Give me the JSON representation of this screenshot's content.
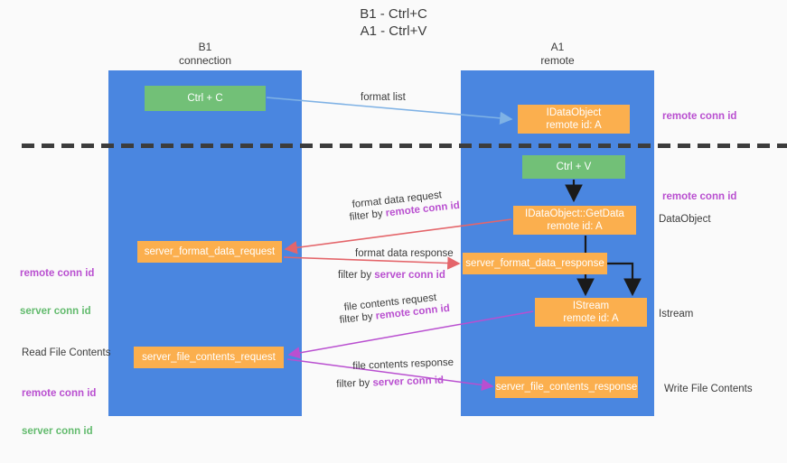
{
  "title": {
    "line1": "B1 - Ctrl+C",
    "line2": "A1 - Ctrl+V"
  },
  "lanes": [
    {
      "id": "b1",
      "name": "B1",
      "role": "connection",
      "label": "B1\nconnection"
    },
    {
      "id": "a1",
      "name": "A1",
      "role": "remote",
      "label": "A1\nremote"
    }
  ],
  "nodes": {
    "ctrl_c": {
      "line1": "Ctrl + C",
      "line2": "",
      "color": "#72c077"
    },
    "idataobject": {
      "line1": "IDataObject",
      "line2": "remote id: A",
      "color": "#fbaf4e"
    },
    "ctrl_v": {
      "line1": "Ctrl + V",
      "line2": "",
      "color": "#72c077"
    },
    "getdata": {
      "line1": "IDataObject::GetData",
      "line2": "remote id: A",
      "color": "#fbaf4e"
    },
    "server_format_data_request": {
      "line1": "server_format_data_request",
      "line2": "",
      "color": "#fbaf4e"
    },
    "server_format_data_response": {
      "line1": "server_format_data_response",
      "line2": "",
      "color": "#fbaf4e"
    },
    "istream": {
      "line1": "IStream",
      "line2": "remote id: A",
      "color": "#fbaf4e"
    },
    "server_file_contents_request": {
      "line1": "server_file_contents_request",
      "line2": "",
      "color": "#fbaf4e"
    },
    "server_file_contents_response": {
      "line1": "server_file_contents_response",
      "line2": "",
      "color": "#fbaf4e"
    }
  },
  "edge_labels": {
    "format_list": "format list",
    "format_data_request": "format data request",
    "format_data_request_filter_prefix": "filter by ",
    "format_data_request_filter_key": "remote conn id",
    "format_data_response": "format data response",
    "format_data_response_filter_prefix": "filter by ",
    "format_data_response_filter_key": "server conn id",
    "file_contents_request": "file contents request",
    "file_contents_request_filter_prefix": "filter by ",
    "file_contents_request_filter_key": "remote conn id",
    "file_contents_response": "file contents response",
    "file_contents_response_filter_prefix": "filter by ",
    "file_contents_response_filter_key": "server conn id"
  },
  "side_labels": {
    "right_remote_conn_id_top": "remote conn id",
    "right_remote_conn_id_mid": "remote conn id",
    "right_dataobject": "DataObject",
    "right_istream": "Istream",
    "right_write_file_contents": "Write File Contents",
    "left_remote_conn_id_1": "remote conn id",
    "left_server_conn_id_1": "server conn id",
    "left_read_file_contents": "Read File Contents",
    "left_remote_conn_id_2": "remote conn id",
    "left_server_conn_id_2": "server conn id"
  },
  "colors": {
    "lane": "#4a86e0",
    "green_node": "#72c077",
    "orange_node": "#fbaf4e",
    "purple_key": "#b94fd0",
    "green_key": "#63bb6e",
    "arrow_blue": "#7fb2e5",
    "arrow_red": "#e4656a",
    "arrow_magenta": "#b94fd0",
    "arrow_black": "#1a1a1a",
    "divider": "#3c3c3c",
    "background": "#fafafa",
    "text": "#3c3c3c"
  }
}
